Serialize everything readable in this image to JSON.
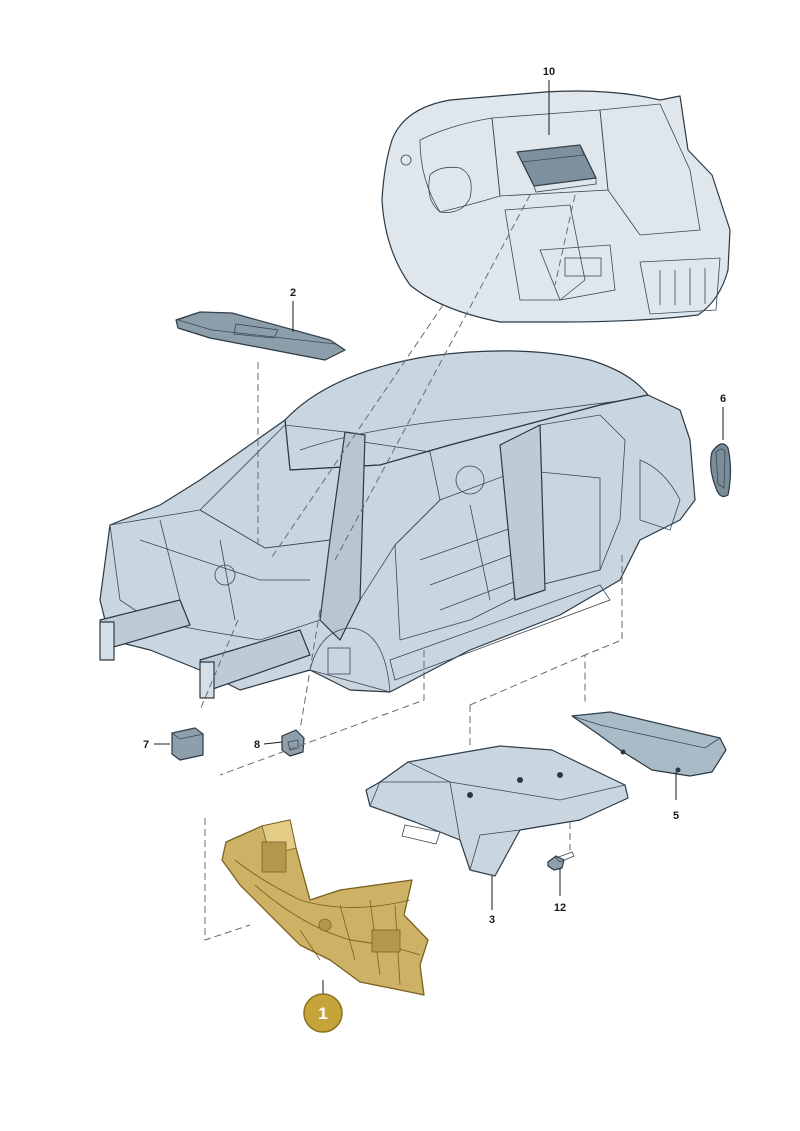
{
  "callouts": {
    "c1": "1",
    "c2": "2",
    "c3": "3",
    "c5": "5",
    "c6": "6",
    "c7": "7",
    "c8": "8",
    "c10": "10",
    "c12": "12"
  },
  "colors": {
    "body": "#c9d6df",
    "body_shade": "#a9bbc7",
    "body_dark": "#8ea3b2",
    "inset_bg": "#dfe7ed",
    "part_highlight": "#cdb265",
    "badge": "#c7a43a",
    "line": "#2b3945"
  }
}
